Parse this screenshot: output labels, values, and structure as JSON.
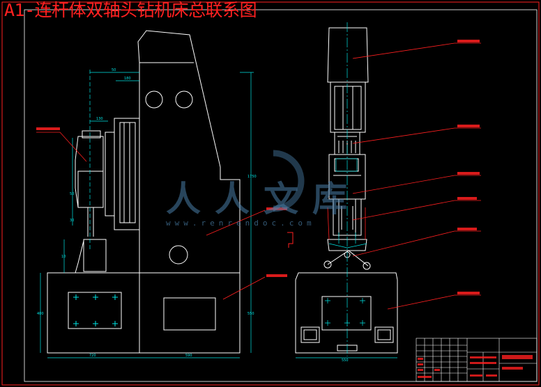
{
  "title": "A1-连杆体双轴头钻机床总联系图",
  "watermark": {
    "text": "人人文库",
    "url": "www.renrendoc.com"
  },
  "colors": {
    "outline": "#ffffff",
    "center_line": "#00e5e5",
    "dimension": "#00e5e5",
    "leader": "#ff2020",
    "frame": "#ff2020",
    "watermark": "#4a7fa8"
  },
  "front_view": {
    "dimensions": [
      "50",
      "180",
      "130",
      "50",
      "30",
      "10",
      "400",
      "720",
      "590",
      "1750",
      "550"
    ]
  },
  "side_view": {
    "dimensions": [
      "550"
    ]
  }
}
